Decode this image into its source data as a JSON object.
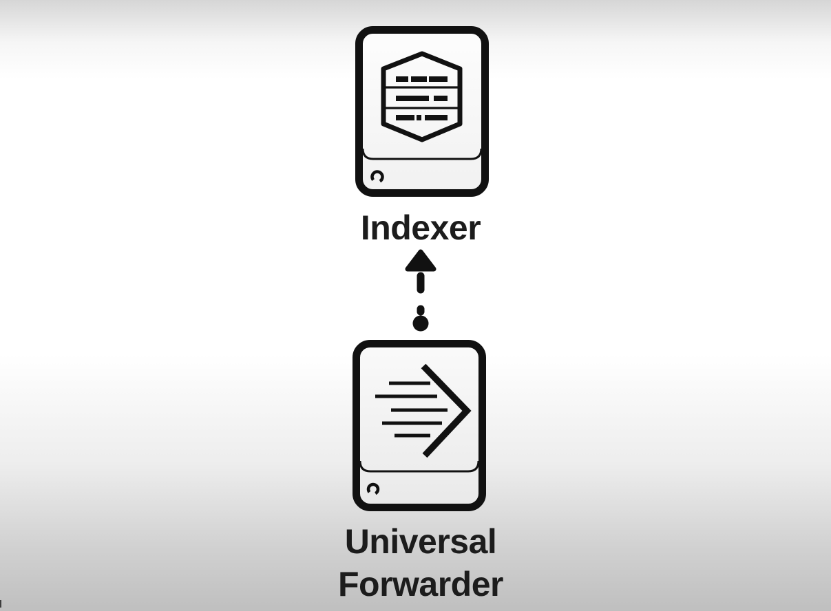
{
  "diagram": {
    "nodes": [
      {
        "id": "indexer",
        "label": "Indexer",
        "icon": "server-database-icon"
      },
      {
        "id": "universal-forwarder",
        "label": "Universal Forwarder",
        "icon": "server-forward-icon"
      }
    ],
    "edges": [
      {
        "from": "universal-forwarder",
        "to": "indexer",
        "style": "dashed",
        "direction": "up"
      }
    ],
    "colors": {
      "ink": "#111111",
      "label": "#1c1c1c",
      "bg_top": "#d6d6d6",
      "bg_middle": "#ffffff",
      "bg_bottom": "#bfbfbf"
    }
  }
}
